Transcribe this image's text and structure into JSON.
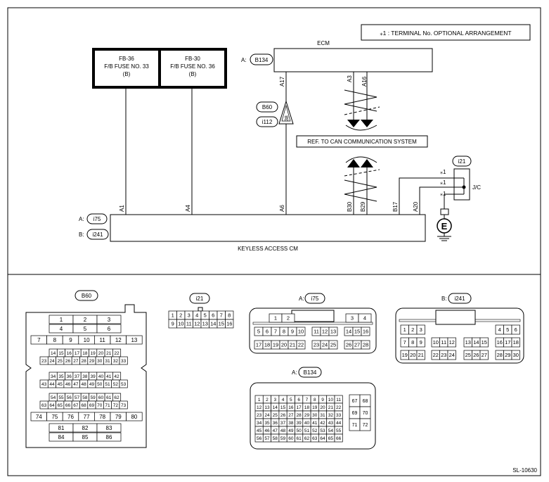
{
  "note": "⁎1 : TERMINAL No. OPTIONAL ARRANGEMENT",
  "fuses": [
    {
      "line1": "FB-36",
      "line2": "F/B FUSE NO. 33",
      "line3": "(B)"
    },
    {
      "line1": "FB-30",
      "line2": "F/B FUSE NO. 36",
      "line3": "(B)"
    }
  ],
  "ecm": {
    "title": "ECM",
    "connector": "B134",
    "prefix": "A:",
    "pins": [
      "A17",
      "A3",
      "A16"
    ]
  },
  "joint": {
    "b60": "B60",
    "i112": "i112",
    "pin": "38"
  },
  "can_ref": "REF. TO CAN COMMUNICATION SYSTEM",
  "jc": {
    "connector": "i21",
    "label": "J/C",
    "stars": [
      "⁎1",
      "⁎1",
      "⁎1"
    ]
  },
  "keyless": {
    "title": "KEYLESS ACCESS CM",
    "connA": {
      "prefix": "A:",
      "name": "i75"
    },
    "connB": {
      "prefix": "B:",
      "name": "i241"
    },
    "pins": [
      "A1",
      "A4",
      "A6",
      "B30",
      "B29",
      "B17",
      "A20"
    ]
  },
  "ground_icon": "ground-e-icon",
  "connectors": {
    "b60": {
      "name": "B60",
      "rows": [
        [
          "1",
          "2",
          "3"
        ],
        [
          "4",
          "5",
          "6"
        ],
        [
          "7",
          "8",
          "9",
          "10",
          "11",
          "12",
          "13"
        ],
        [
          "14",
          "15",
          "16",
          "17",
          "18",
          "19",
          "20",
          "21",
          "22"
        ],
        [
          "23",
          "24",
          "25",
          "26",
          "27",
          "28",
          "29",
          "30",
          "31",
          "32",
          "33"
        ],
        [
          "34",
          "35",
          "36",
          "37",
          "38",
          "39",
          "40",
          "41",
          "42"
        ],
        [
          "43",
          "44",
          "45",
          "46",
          "47",
          "48",
          "49",
          "50",
          "51",
          "52",
          "53"
        ],
        [
          "54",
          "55",
          "56",
          "57",
          "58",
          "59",
          "60",
          "61",
          "62"
        ],
        [
          "63",
          "64",
          "65",
          "66",
          "67",
          "68",
          "69",
          "70",
          "71",
          "72",
          "73"
        ],
        [
          "74",
          "75",
          "76",
          "77",
          "78",
          "79",
          "80"
        ],
        [
          "81",
          "82",
          "83"
        ],
        [
          "84",
          "85",
          "86"
        ]
      ]
    },
    "i21": {
      "name": "i21",
      "rows": [
        [
          "1",
          "2",
          "3",
          "4",
          "5",
          "6",
          "7",
          "8"
        ],
        [
          "9",
          "10",
          "11",
          "12",
          "13",
          "14",
          "15",
          "16"
        ]
      ]
    },
    "i75": {
      "prefix": "A:",
      "name": "i75",
      "rows": [
        [
          "1",
          "2"
        ],
        [
          "3",
          "4"
        ],
        [
          "5",
          "6",
          "7"
        ],
        [
          "8",
          "9",
          "10"
        ],
        [
          "11",
          "12",
          "13"
        ],
        [
          "14",
          "15",
          "16"
        ],
        [
          "17",
          "18",
          "19"
        ],
        [
          "20",
          "21",
          "22"
        ],
        [
          "23",
          "24",
          "25"
        ],
        [
          "26",
          "27",
          "28"
        ]
      ]
    },
    "i241": {
      "prefix": "B:",
      "name": "i241",
      "rows": [
        [
          "1",
          "2",
          "3"
        ],
        [
          "4",
          "5",
          "6"
        ],
        [
          "7",
          "8",
          "9"
        ],
        [
          "10",
          "11",
          "12"
        ],
        [
          "13",
          "14",
          "15"
        ],
        [
          "16",
          "17",
          "18"
        ],
        [
          "19",
          "20",
          "21"
        ],
        [
          "22",
          "23",
          "24"
        ],
        [
          "25",
          "26",
          "27"
        ],
        [
          "28",
          "29",
          "30"
        ]
      ]
    },
    "b134": {
      "prefix": "A:",
      "name": "B134",
      "rows": [
        [
          "1",
          "2",
          "3",
          "4",
          "5",
          "6",
          "7",
          "8",
          "9",
          "10",
          "11"
        ],
        [
          "12",
          "13",
          "14",
          "15",
          "16",
          "17",
          "18",
          "19",
          "20",
          "21",
          "22"
        ],
        [
          "23",
          "24",
          "25",
          "26",
          "27",
          "28",
          "29",
          "30",
          "31",
          "32",
          "33"
        ],
        [
          "34",
          "35",
          "36",
          "37",
          "38",
          "39",
          "40",
          "41",
          "42",
          "43",
          "44"
        ],
        [
          "45",
          "46",
          "47",
          "48",
          "49",
          "50",
          "51",
          "52",
          "53",
          "54",
          "55"
        ],
        [
          "56",
          "57",
          "58",
          "59",
          "60",
          "61",
          "62",
          "63",
          "64",
          "65",
          "66"
        ]
      ],
      "side": [
        [
          "67",
          "68"
        ],
        [
          "69",
          "70"
        ],
        [
          "71",
          "72"
        ]
      ]
    }
  },
  "code": "SL-10630"
}
